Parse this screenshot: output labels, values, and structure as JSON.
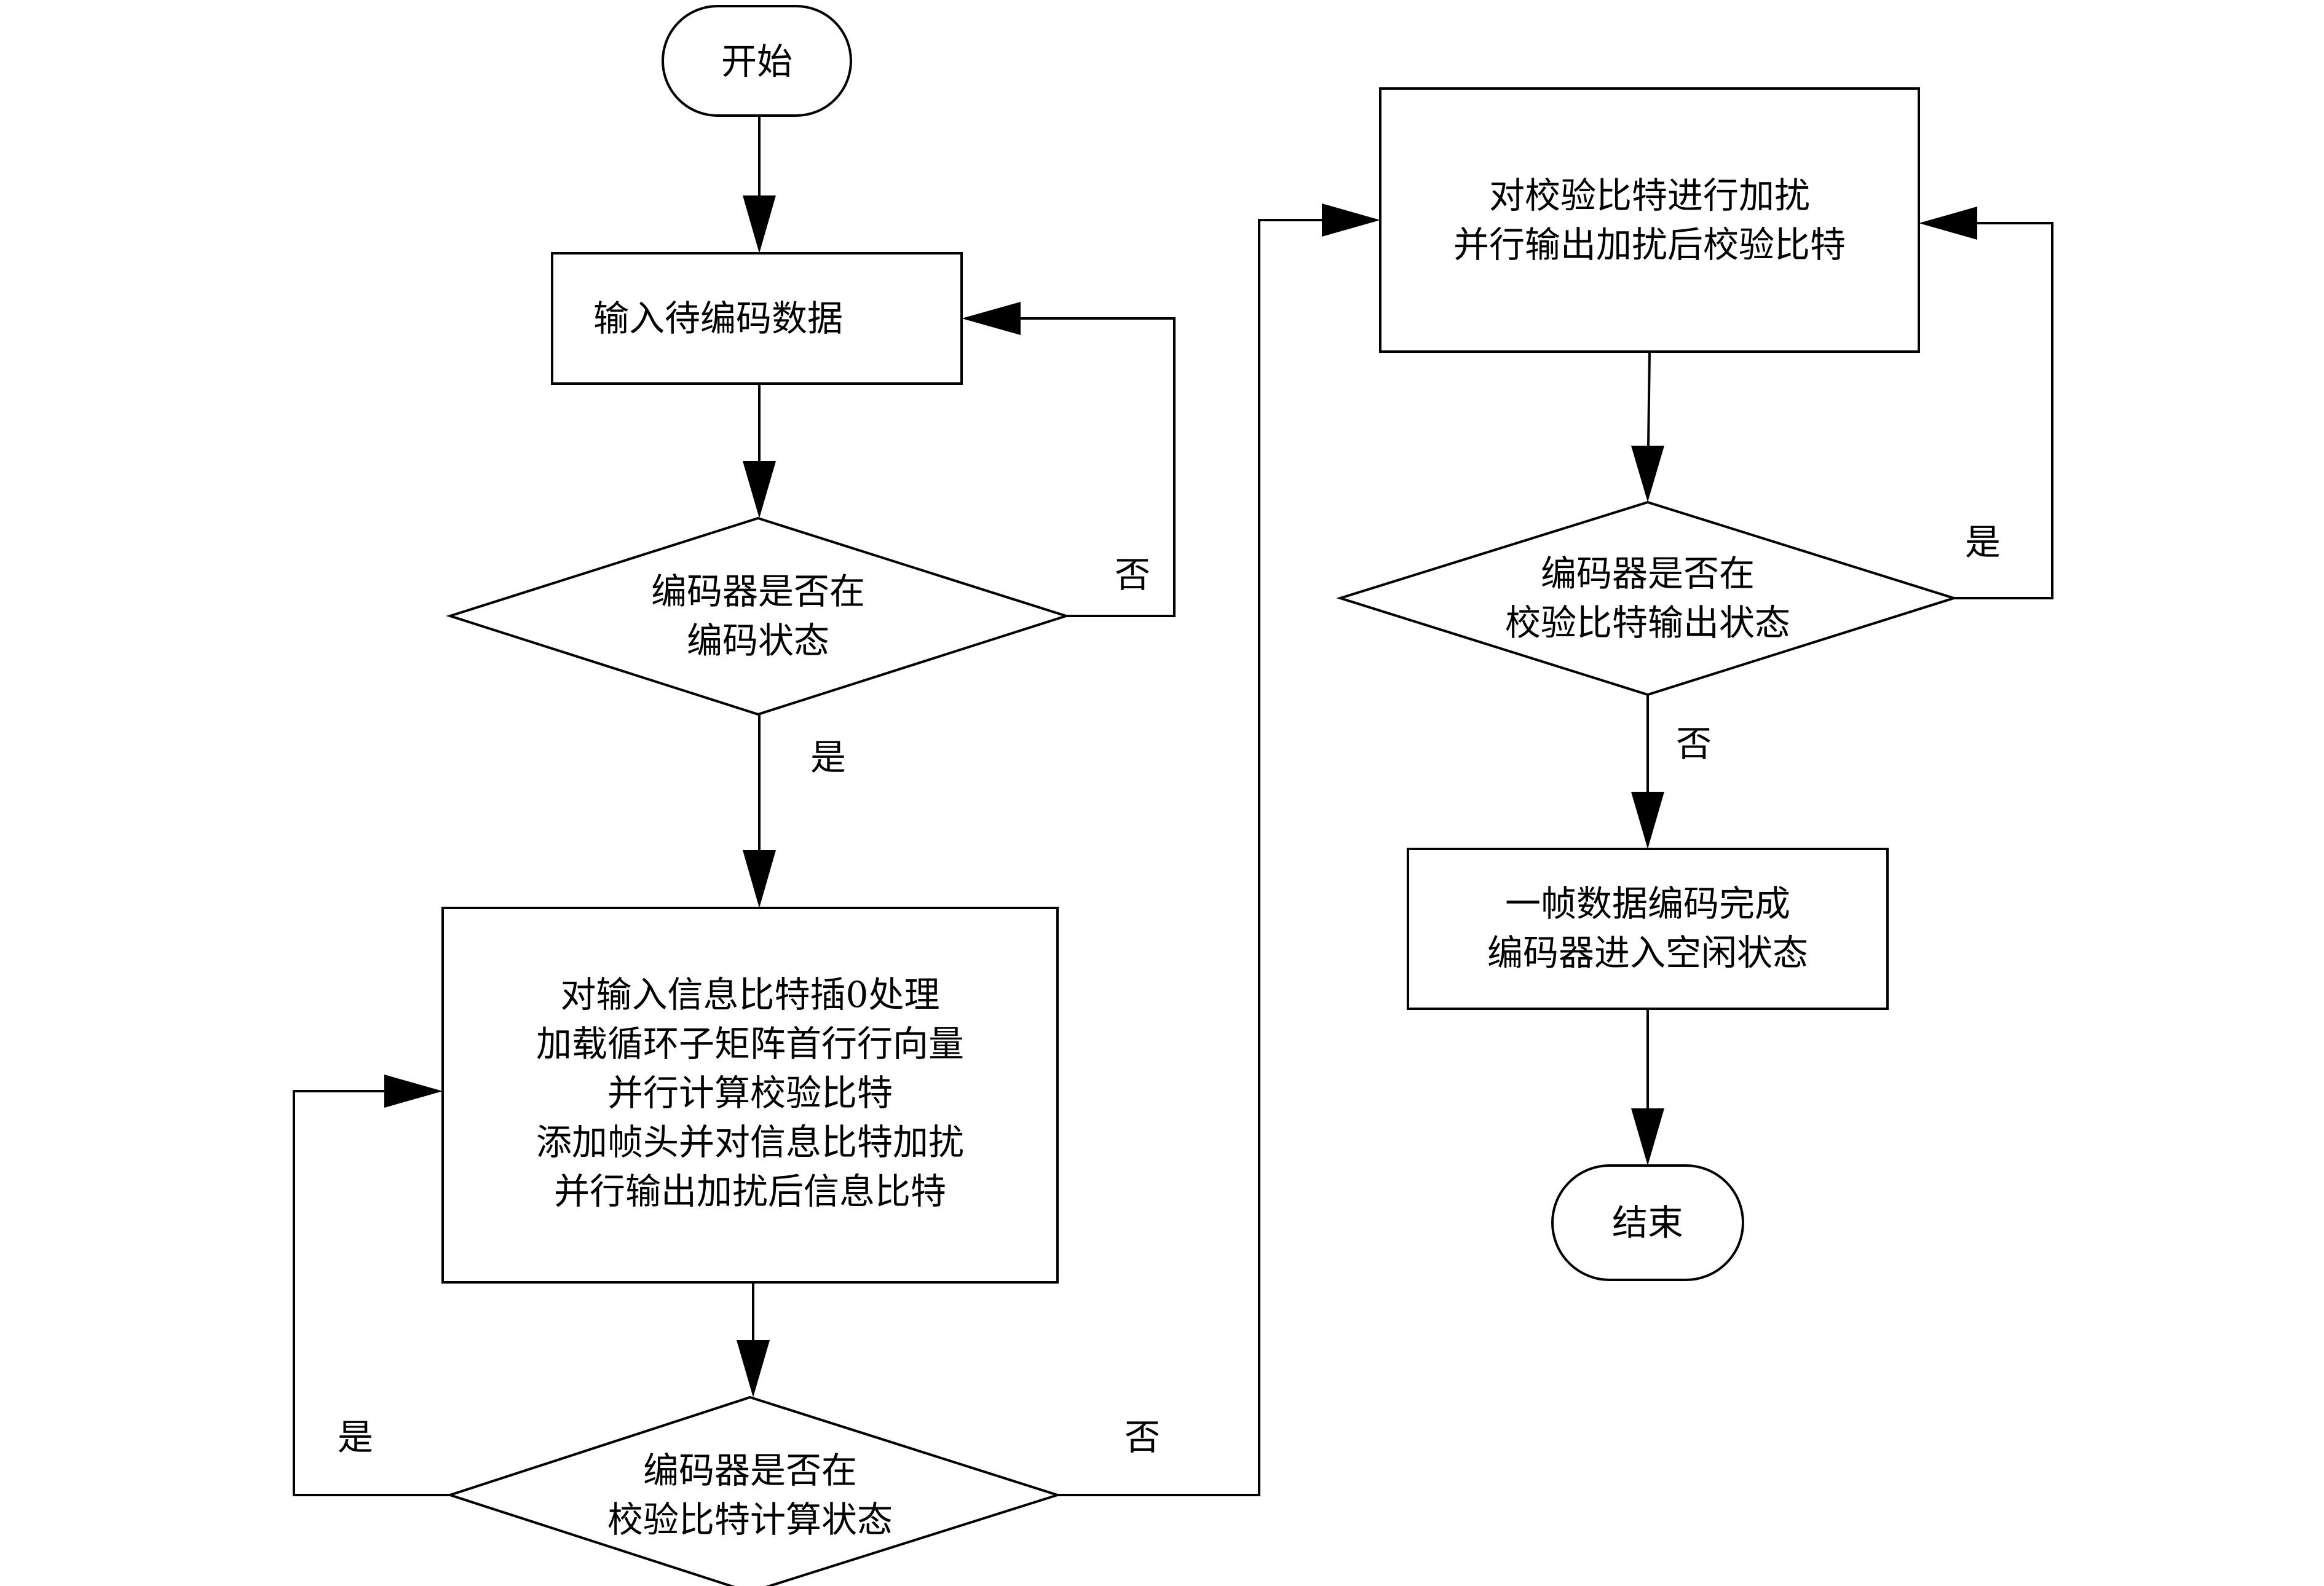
{
  "nodes": {
    "start": {
      "text": "开始"
    },
    "input": {
      "text": "输入待编码数据"
    },
    "check_encoding": {
      "lines": [
        "编码器是否在",
        "编码状态"
      ]
    },
    "process_info": {
      "lines": [
        "对输入信息比特插0处理",
        "加载循环子矩阵首行行向量",
        "并行计算校验比特",
        "添加帧头并对信息比特加扰",
        "并行输出加扰后信息比特"
      ]
    },
    "check_parity_calc": {
      "lines": [
        "编码器是否在",
        "校验比特计算状态"
      ]
    },
    "scramble_parity": {
      "lines": [
        "对校验比特进行加扰",
        "并行输出加扰后校验比特"
      ]
    },
    "check_parity_out": {
      "lines": [
        "编码器是否在",
        "校验比特输出状态"
      ]
    },
    "done": {
      "lines": [
        "一帧数据编码完成",
        "编码器进入空闲状态"
      ]
    },
    "end": {
      "text": "结束"
    }
  },
  "edge_labels": {
    "encoding_no": "否",
    "encoding_yes": "是",
    "calc_yes": "是",
    "calc_no": "否",
    "out_yes": "是",
    "out_no": "否"
  }
}
